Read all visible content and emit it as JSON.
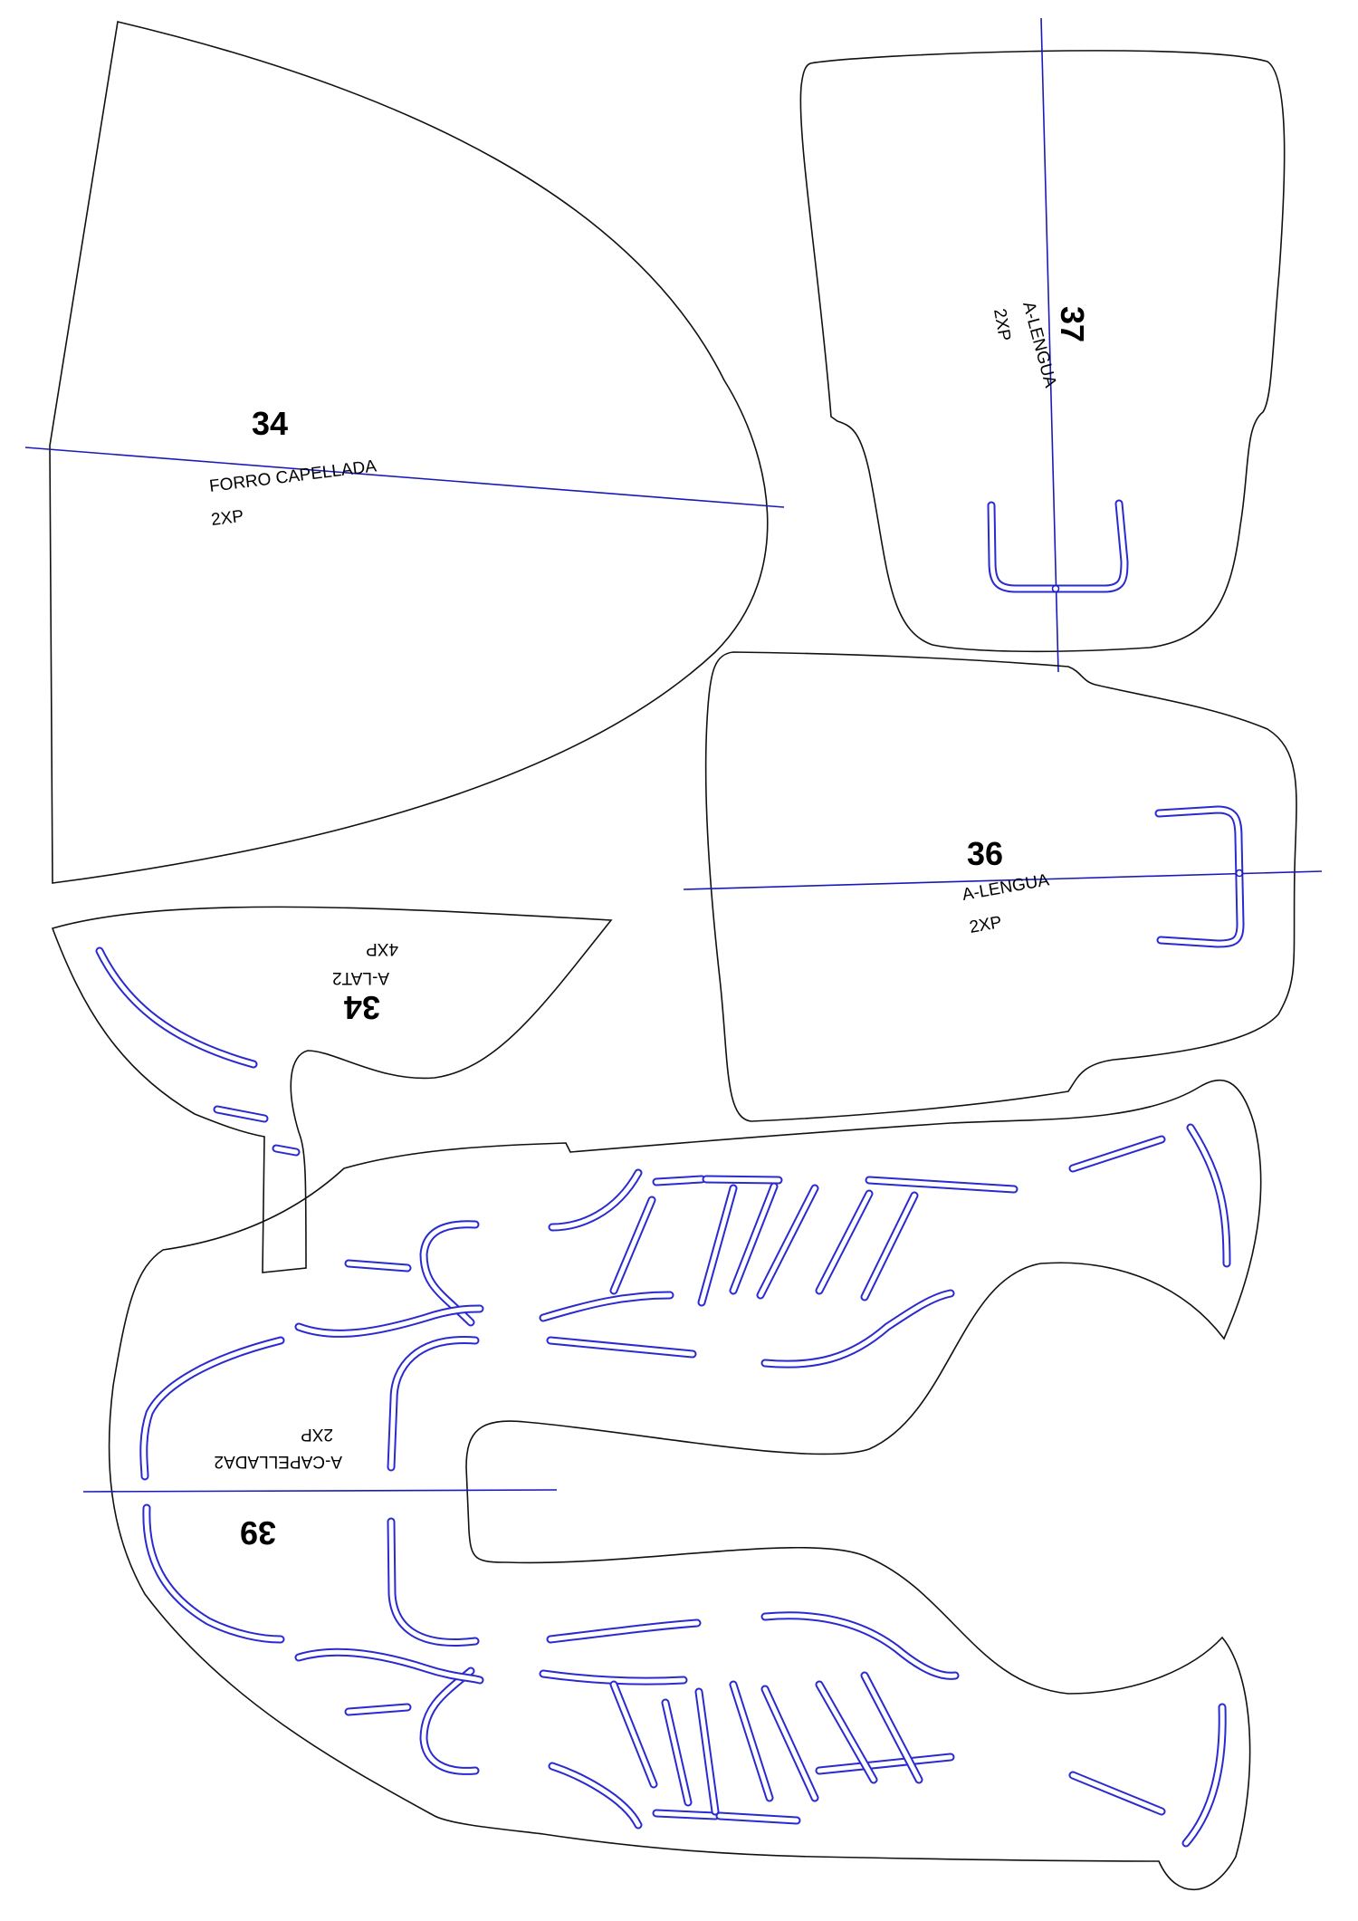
{
  "pieces": {
    "forro_capellada": {
      "number": "34",
      "name": "FORRO CAPELLADA",
      "qty": "2XP"
    },
    "a_lengua_37": {
      "number": "37",
      "name": "A-LENGUA",
      "qty": "2XP"
    },
    "a_lengua_36": {
      "number": "36",
      "name": "A-LENGUA",
      "qty": "2XP"
    },
    "a_lat2": {
      "number": "34",
      "name": "A-LAT2",
      "qty": "4XP"
    },
    "a_capellada2": {
      "number": "39",
      "name": "A-CAPELLADA2",
      "qty": "2XP"
    }
  },
  "colors": {
    "outline": "#111111",
    "axis": "#1a1ab8",
    "slot": "#2a2ad0"
  }
}
